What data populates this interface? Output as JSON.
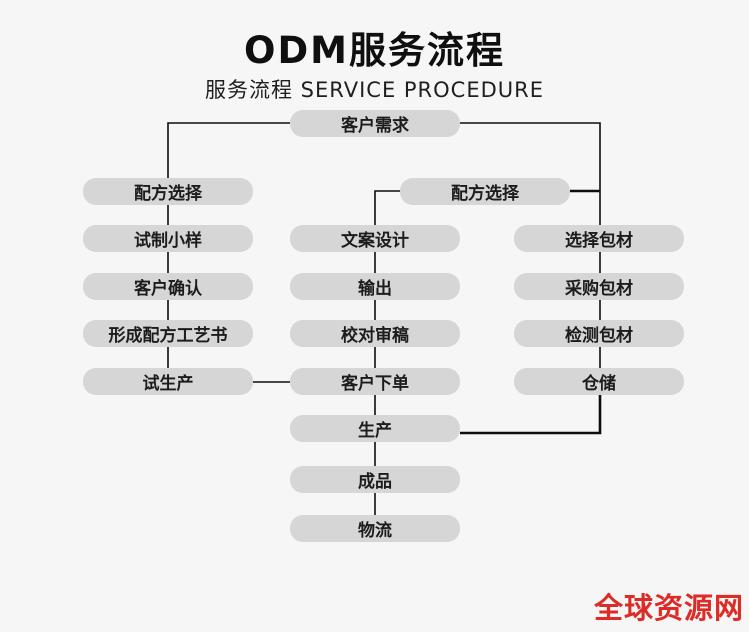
{
  "header": {
    "title": "ODM服务流程",
    "subtitle": "服务流程 SERVICE PROCEDURE"
  },
  "watermark": {
    "text": "全球资源网"
  },
  "colors": {
    "background": "#f6f6f6",
    "node_fill": "#d6d6d6",
    "node_text": "#1c1c1c",
    "connector": "#0d0d0d",
    "watermark_red": "#dd2b26"
  },
  "flow": {
    "nodes": [
      {
        "id": "customer-needs",
        "label": "客户需求"
      },
      {
        "id": "formula-selection-left",
        "label": "配方选择"
      },
      {
        "id": "trial-sample",
        "label": "试制小样"
      },
      {
        "id": "customer-confirm",
        "label": "客户确认"
      },
      {
        "id": "formula-process-doc",
        "label": "形成配方工艺书"
      },
      {
        "id": "trial-production",
        "label": "试生产"
      },
      {
        "id": "formula-selection-mid",
        "label": "配方选择"
      },
      {
        "id": "copy-design",
        "label": "文案设计"
      },
      {
        "id": "output",
        "label": "输出"
      },
      {
        "id": "proofreading",
        "label": "校对审稿"
      },
      {
        "id": "customer-order",
        "label": "客户下单"
      },
      {
        "id": "production",
        "label": "生产"
      },
      {
        "id": "finished-product",
        "label": "成品"
      },
      {
        "id": "logistics",
        "label": "物流"
      },
      {
        "id": "packaging-selection",
        "label": "选择包材"
      },
      {
        "id": "packaging-purchase",
        "label": "采购包材"
      },
      {
        "id": "packaging-inspection",
        "label": "检测包材"
      },
      {
        "id": "warehousing",
        "label": "仓储"
      }
    ],
    "edges": [
      {
        "from": "customer-needs",
        "to": "formula-selection-left"
      },
      {
        "from": "customer-needs",
        "to": "packaging-selection"
      },
      {
        "from": "formula-selection-mid",
        "to": "customer-needs"
      },
      {
        "from": "formula-selection-mid",
        "to": "copy-design"
      },
      {
        "from": "formula-selection-left",
        "to": "trial-sample"
      },
      {
        "from": "trial-sample",
        "to": "customer-confirm"
      },
      {
        "from": "customer-confirm",
        "to": "formula-process-doc"
      },
      {
        "from": "formula-process-doc",
        "to": "trial-production"
      },
      {
        "from": "trial-production",
        "to": "customer-order"
      },
      {
        "from": "copy-design",
        "to": "output"
      },
      {
        "from": "output",
        "to": "proofreading"
      },
      {
        "from": "proofreading",
        "to": "customer-order"
      },
      {
        "from": "customer-order",
        "to": "production"
      },
      {
        "from": "production",
        "to": "finished-product"
      },
      {
        "from": "finished-product",
        "to": "logistics"
      },
      {
        "from": "packaging-selection",
        "to": "packaging-purchase"
      },
      {
        "from": "packaging-purchase",
        "to": "packaging-inspection"
      },
      {
        "from": "packaging-inspection",
        "to": "warehousing"
      },
      {
        "from": "warehousing",
        "to": "production"
      }
    ]
  }
}
